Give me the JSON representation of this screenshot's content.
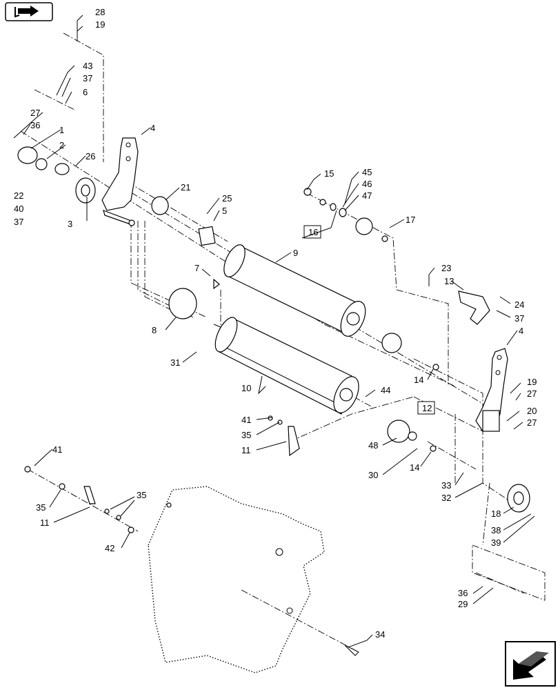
{
  "labels": {
    "l1": "1",
    "l2": "2",
    "l3": "3",
    "l4a": "4",
    "l4b": "4",
    "l5": "5",
    "l6": "6",
    "l7": "7",
    "l8": "8",
    "l9": "9",
    "l10": "10",
    "l11a": "11",
    "l11b": "11",
    "l12": "12",
    "l13": "13",
    "l14a": "14",
    "l14b": "14",
    "l15": "15",
    "l16": "16",
    "l17": "17",
    "l18": "18",
    "l19a": "19",
    "l19b": "19",
    "l20": "20",
    "l21": "21",
    "l22": "22",
    "l23": "23",
    "l24": "24",
    "l25": "25",
    "l26": "26",
    "l27a": "27",
    "l27b": "27",
    "l27c": "27",
    "l28": "28",
    "l29": "29",
    "l30": "30",
    "l31": "31",
    "l32": "32",
    "l33": "33",
    "l34": "34",
    "l35a": "35",
    "l35b": "35",
    "l35c": "35",
    "l36a": "36",
    "l36b": "36",
    "l37a": "37",
    "l37b": "37",
    "l37c": "37",
    "l38": "38",
    "l39": "39",
    "l40": "40",
    "l41a": "41",
    "l41b": "41",
    "l42": "42",
    "l43": "43",
    "l44": "44",
    "l45": "45",
    "l46": "46",
    "l47": "47",
    "l48": "48"
  },
  "icons": {
    "top_left": "book-arrow-icon",
    "bottom_right": "next-page-arrow-icon"
  }
}
